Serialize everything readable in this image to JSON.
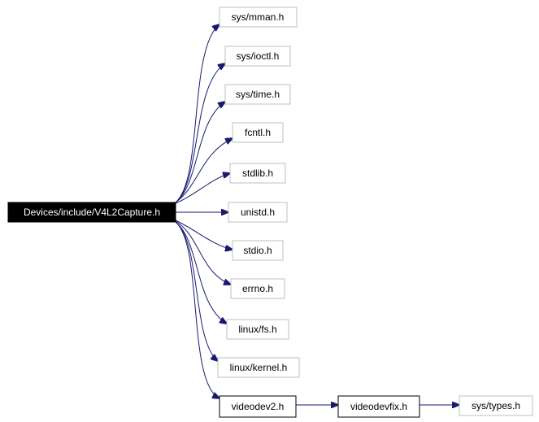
{
  "graph": {
    "root": "Devices/include/V4L2Capture.h",
    "nodes": [
      "Devices/include/V4L2Capture.h",
      "sys/mman.h",
      "sys/ioctl.h",
      "sys/time.h",
      "fcntl.h",
      "stdlib.h",
      "unistd.h",
      "stdio.h",
      "errno.h",
      "linux/fs.h",
      "linux/kernel.h",
      "videodev2.h",
      "videodevfix.h",
      "sys/types.h"
    ],
    "edges": [
      [
        "Devices/include/V4L2Capture.h",
        "sys/mman.h"
      ],
      [
        "Devices/include/V4L2Capture.h",
        "sys/ioctl.h"
      ],
      [
        "Devices/include/V4L2Capture.h",
        "sys/time.h"
      ],
      [
        "Devices/include/V4L2Capture.h",
        "fcntl.h"
      ],
      [
        "Devices/include/V4L2Capture.h",
        "stdlib.h"
      ],
      [
        "Devices/include/V4L2Capture.h",
        "unistd.h"
      ],
      [
        "Devices/include/V4L2Capture.h",
        "stdio.h"
      ],
      [
        "Devices/include/V4L2Capture.h",
        "errno.h"
      ],
      [
        "Devices/include/V4L2Capture.h",
        "linux/fs.h"
      ],
      [
        "Devices/include/V4L2Capture.h",
        "linux/kernel.h"
      ],
      [
        "Devices/include/V4L2Capture.h",
        "videodev2.h"
      ],
      [
        "videodev2.h",
        "videodevfix.h"
      ],
      [
        "videodevfix.h",
        "sys/types.h"
      ]
    ],
    "colors": {
      "edge": "#191970",
      "root_fill": "#000000",
      "root_text": "#ffffff",
      "documented_border": "#000000",
      "external_border": "#bfbfbf"
    }
  }
}
